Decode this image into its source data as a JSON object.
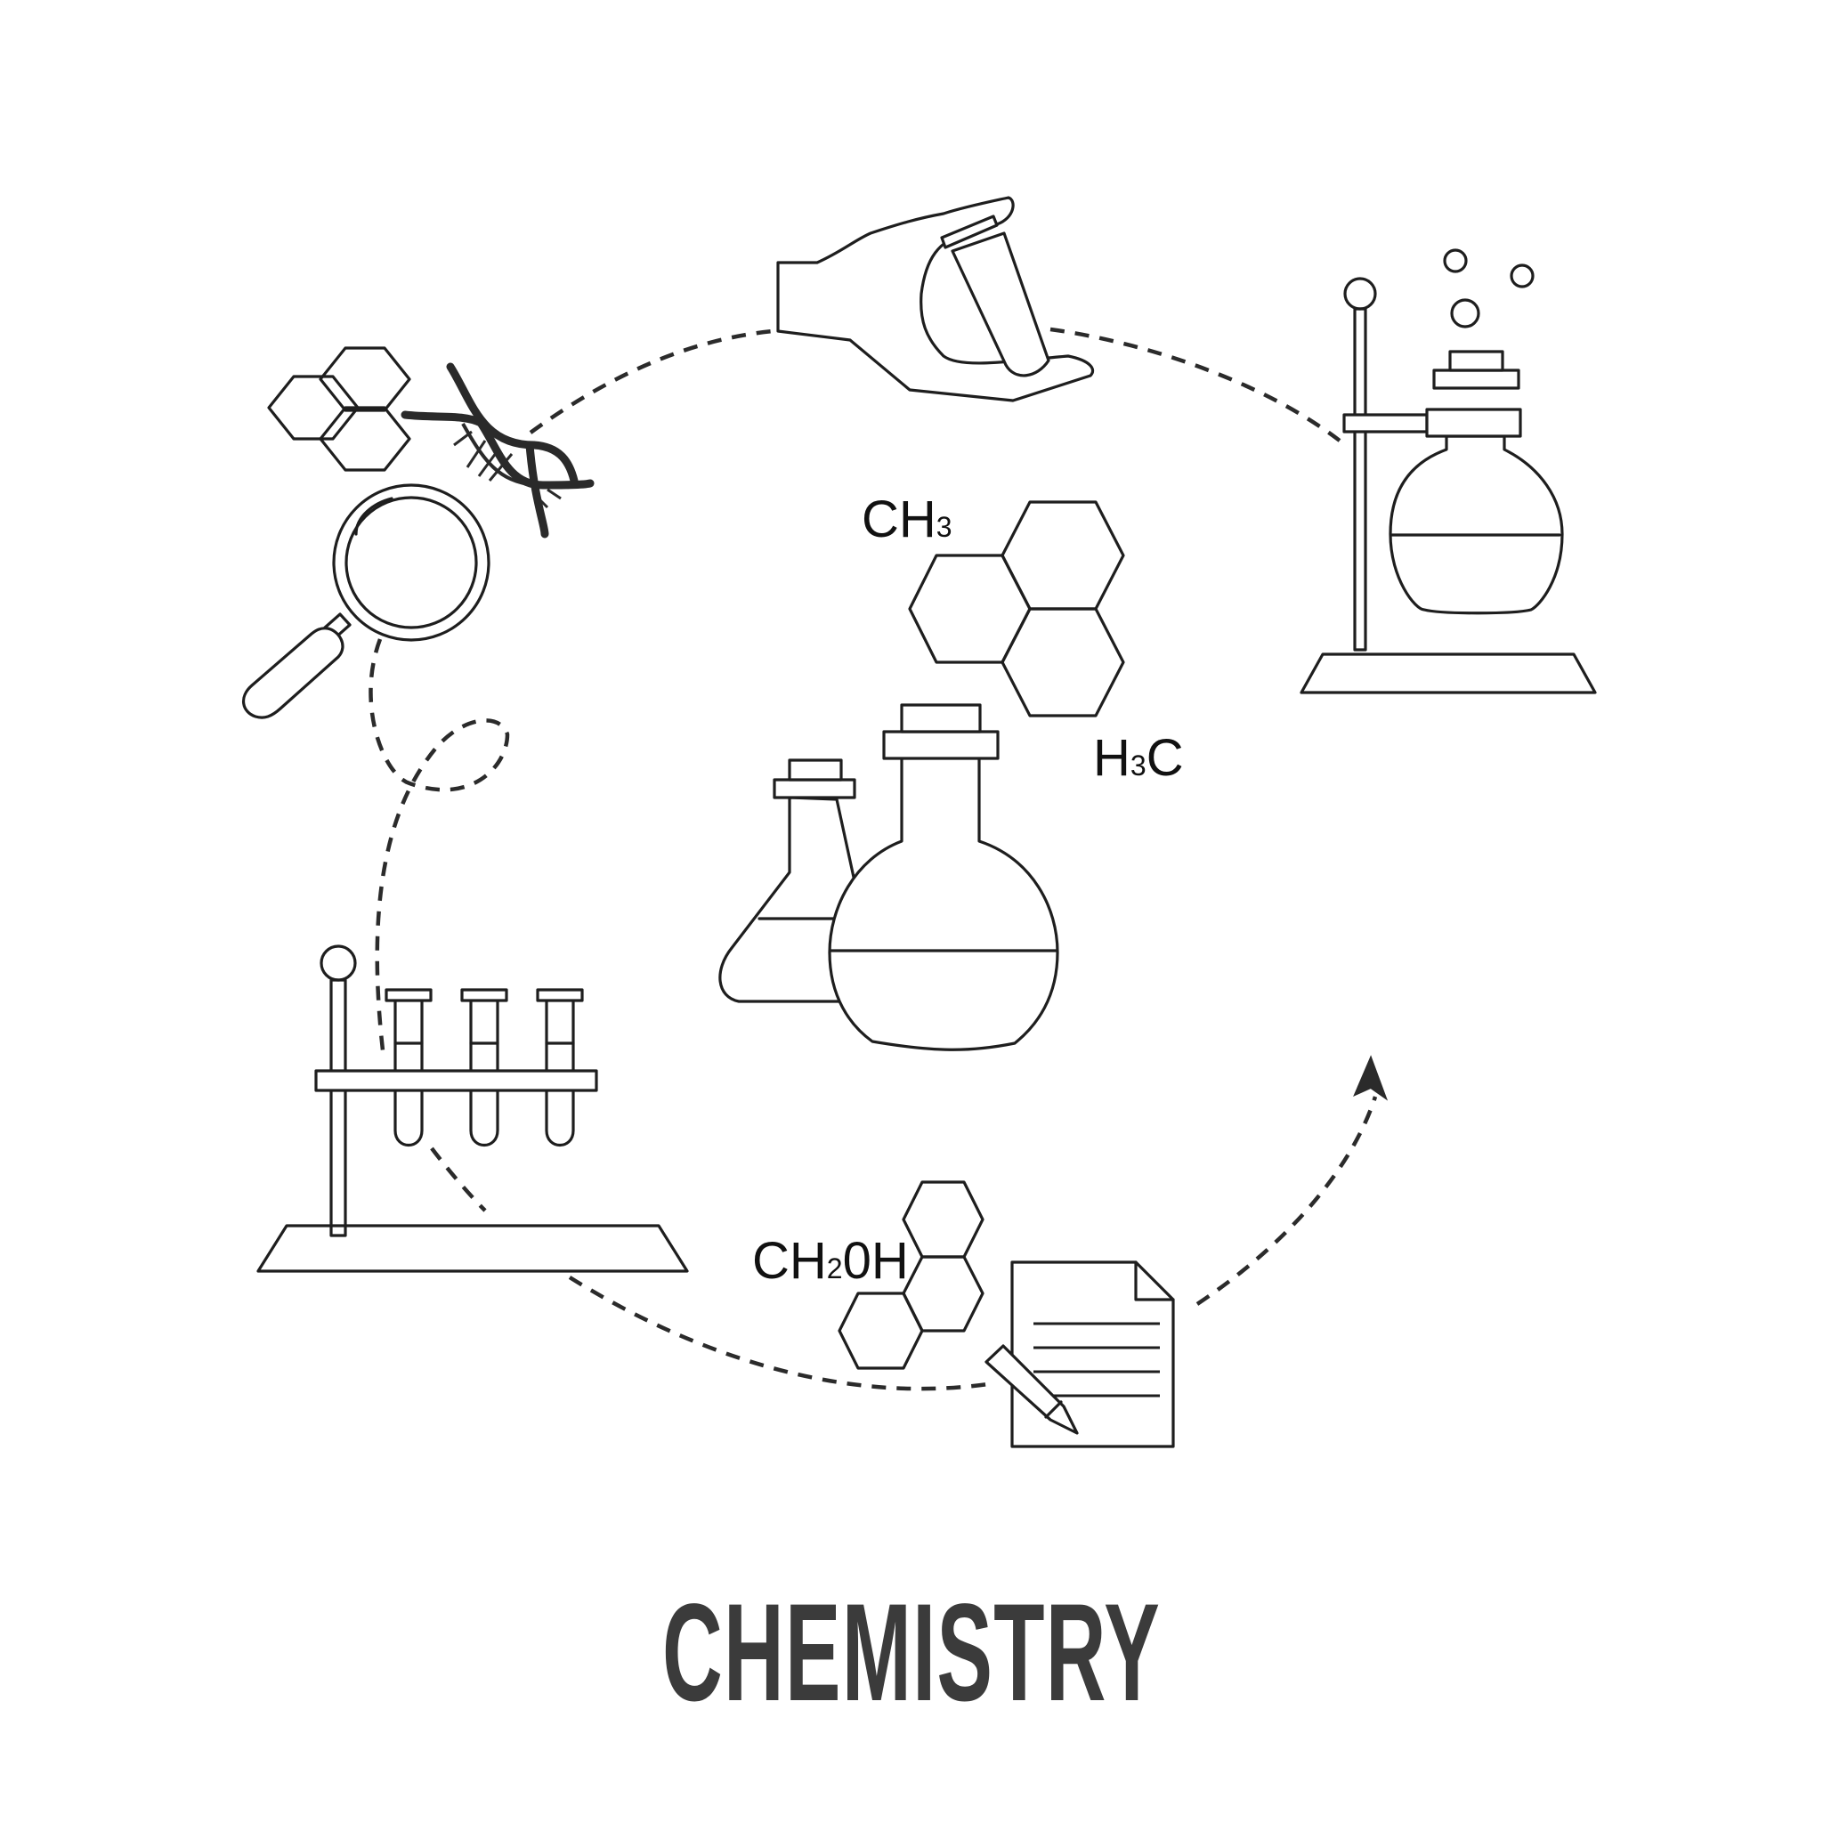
{
  "title": "CHEMISTRY",
  "formulas": {
    "ch3": {
      "main": "CH",
      "sub": "3"
    },
    "h3c": {
      "pre": "H",
      "sub": "3",
      "main": "C"
    },
    "ch2oh": {
      "pre": "CH",
      "sub": "2",
      "main": "0H"
    }
  },
  "colors": {
    "line": "#1e1e1e",
    "title": "#3b3b3b",
    "background": "#ffffff"
  },
  "icons": [
    "hand-holding-test-tube-icon",
    "hexagon-molecule-icon",
    "dna-helix-icon",
    "magnifying-glass-icon",
    "flask-on-stand-icon",
    "lab-flasks-icon",
    "test-tube-rack-icon",
    "document-pencil-icon",
    "dashed-arrow-icon"
  ]
}
